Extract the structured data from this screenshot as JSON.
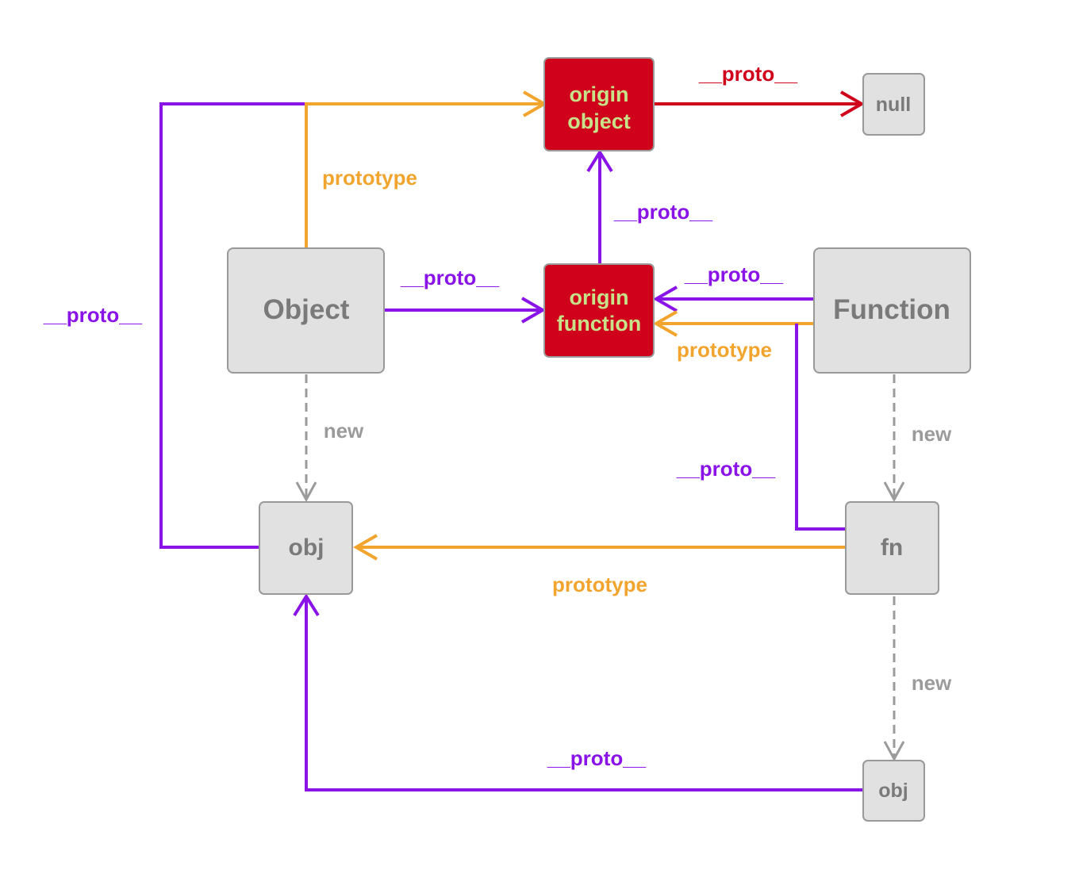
{
  "colors": {
    "proto": "#8a14e8",
    "prototype": "#f2a52e",
    "null_proto": "#d0021b",
    "new": "#9b9b9b",
    "node_fill": "#e1e1e1",
    "node_stroke": "#999999",
    "node_text": "#7a7a7a",
    "origin_fill": "#d0021b",
    "origin_text": "#c8e28a"
  },
  "nodes": {
    "origin_object": {
      "line1": "origin",
      "line2": "object"
    },
    "null": {
      "label": "null"
    },
    "object": {
      "label": "Object"
    },
    "origin_function": {
      "line1": "origin",
      "line2": "function"
    },
    "function": {
      "label": "Function"
    },
    "obj_left": {
      "label": "obj"
    },
    "fn": {
      "label": "fn"
    },
    "obj_bottom": {
      "label": "obj"
    }
  },
  "edge_labels": {
    "origin_object_to_null": "__proto__",
    "object_prototype": "prototype",
    "origin_function_to_origin_object": "__proto__",
    "object_to_origin_function": "__proto__",
    "function_proto": "__proto__",
    "function_prototype": "prototype",
    "obj_left_proto": "__proto__",
    "object_new": "new",
    "function_new": "new",
    "fn_proto": "__proto__",
    "fn_prototype": "prototype",
    "fn_new": "new",
    "obj_bottom_proto": "__proto__"
  }
}
